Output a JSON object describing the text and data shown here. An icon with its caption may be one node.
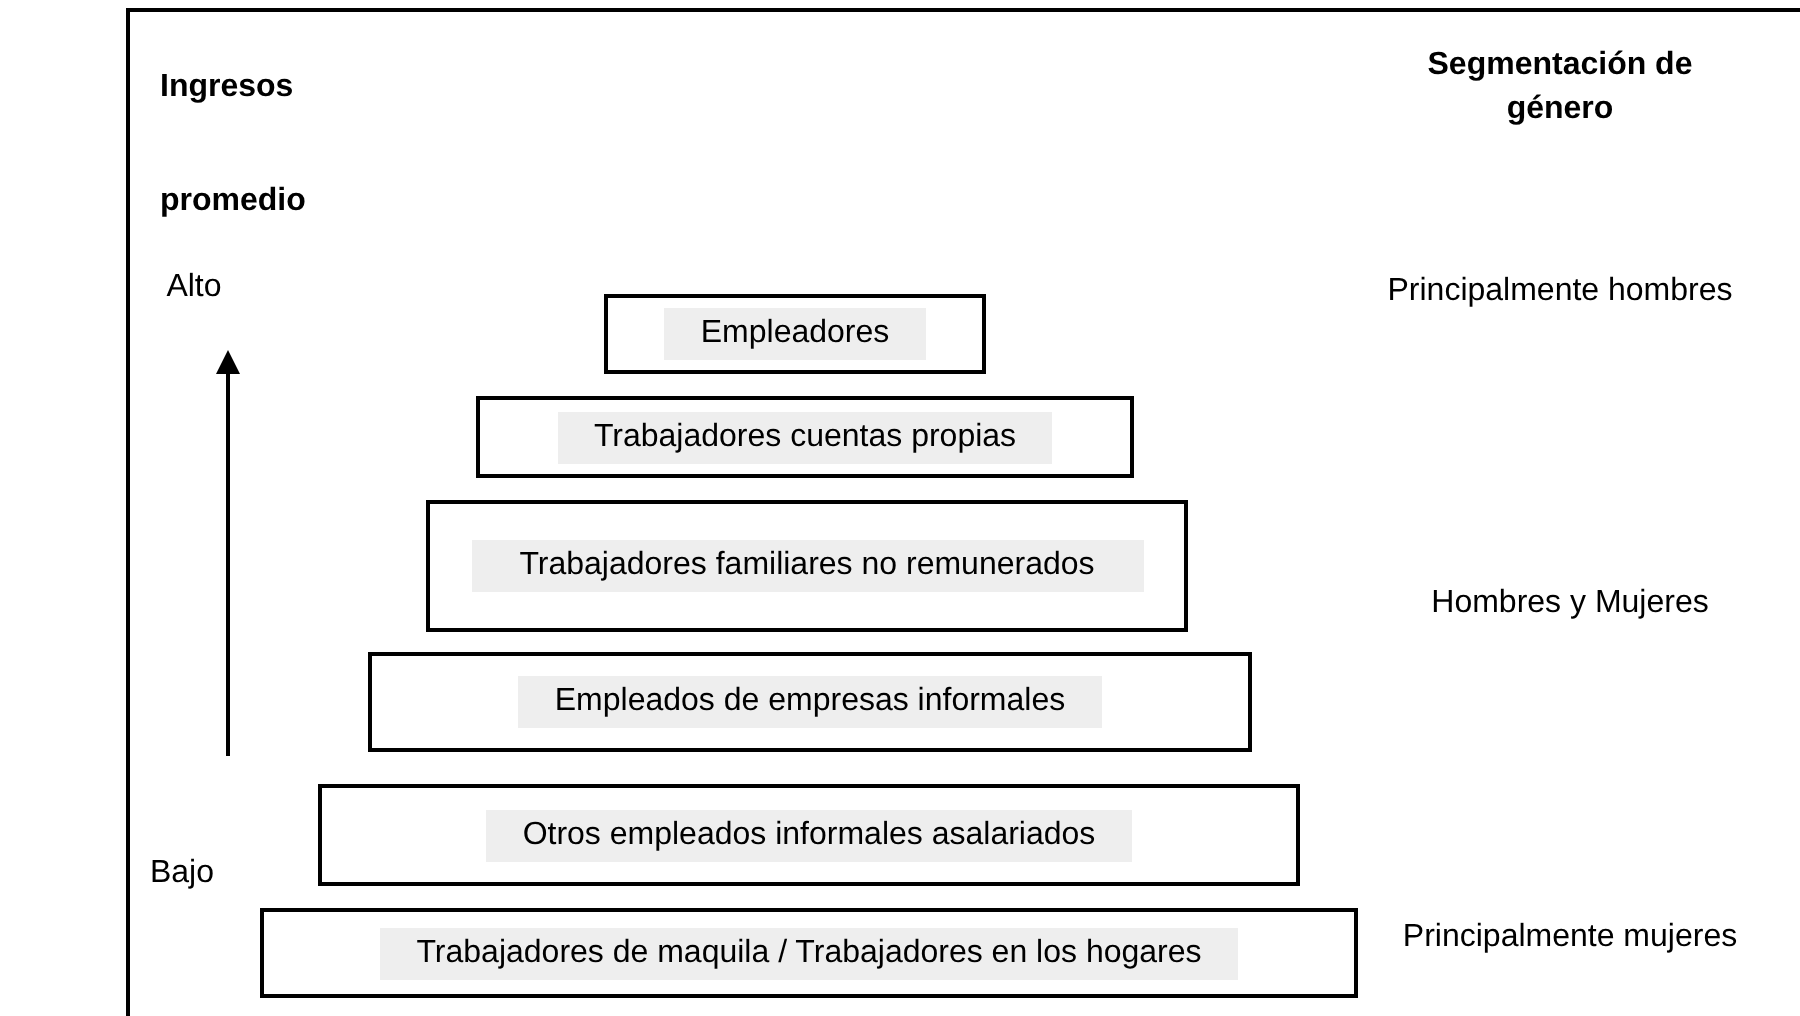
{
  "diagram": {
    "nodes": [
      {
        "text": [
          "Empleadores"
        ]
      },
      {
        "text": [
          "Trabajadores cuentas propias"
        ]
      },
      {
        "text": [
          "Trabajadores familiares no remunerados"
        ]
      },
      {
        "text": [
          "Empleados de empresas informales"
        ]
      },
      {
        "text": [
          "Otros empleados informales asalariados"
        ]
      },
      {
        "text": [
          "Trabajadores de maquila / Trabajadores en los hogares"
        ]
      }
    ],
    "labels": [
      "Ingresos promedio",
      "Segmentación de género",
      "Alto",
      "Principalmente hombres",
      "Hombres y Mujeres",
      "Bajo",
      "Principalmente mujeres"
    ]
  }
}
